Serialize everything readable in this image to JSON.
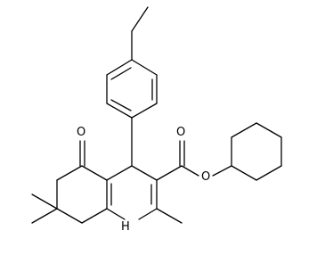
{
  "molecule": {
    "atoms": {
      "ketone_oxygen": "O",
      "ester_carbonyl_oxygen": "O",
      "ester_ether_oxygen": "O",
      "ring_nitrogen": "H"
    }
  },
  "colors": {
    "bond": "#000000",
    "label": "#000000",
    "background": "#ffffff"
  }
}
